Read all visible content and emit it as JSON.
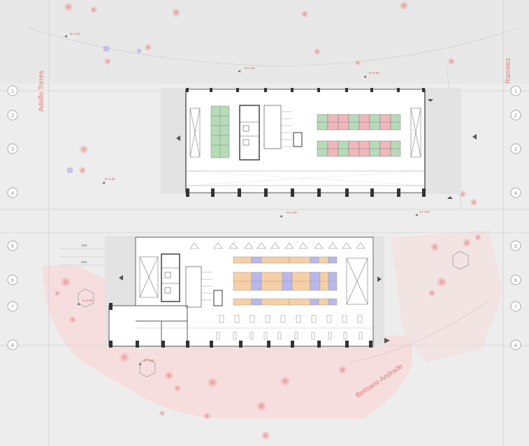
{
  "streets": {
    "west": "Adolfo Torres",
    "east": "Ramirez",
    "southeast": "Belisario Andrade"
  },
  "grid_axes": [
    "1",
    "2",
    "3",
    "4",
    "5",
    "6",
    "7",
    "8"
  ],
  "level_tags": {
    "a": "N+1.00",
    "b": "N+1.00",
    "c": "N+1.00",
    "d": "N+1.00",
    "e": "N+1.00",
    "f": "N+1.00",
    "g": "N+1.00",
    "h": "N+1.00"
  },
  "slopes": {
    "ramp_upper": "15%",
    "ramp_lower": "15%"
  },
  "colors": {
    "background": "#ededed",
    "plaza": "#f7dede",
    "landscape_red": "#e8a3a3",
    "green_bay": "#b7dbb9",
    "red_bay": "#f0b7bd",
    "orange_bay": "#f7cfa6",
    "blue_bay": "#b9b7ec",
    "building_fill": "#ffffff",
    "wall": "#333333"
  }
}
